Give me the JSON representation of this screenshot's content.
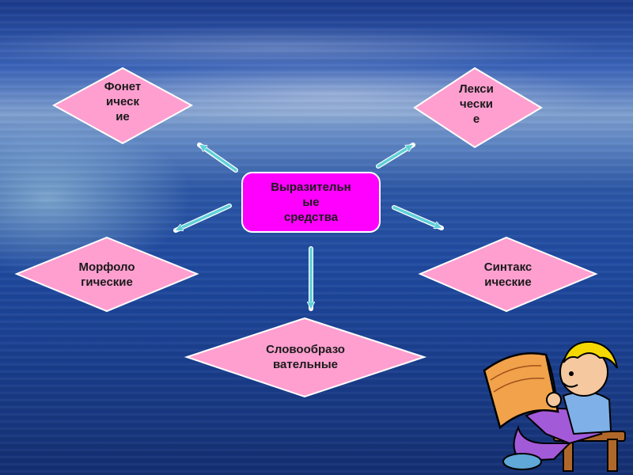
{
  "center": {
    "label": "Выразительн\nые\nсредства",
    "fill": "#ff00ff"
  },
  "nodes": {
    "phonetic": "Фонет\nическ\nие",
    "lexical": "Лекси\nчески\nе",
    "morphological": "Морфоло\nгические",
    "syntactic": "Синтакс\nические",
    "word_formation": "Словообразо\nвательные"
  },
  "colors": {
    "node_fill": "#ff9fd0",
    "arrow": "#5fd0d8"
  },
  "illustration": {
    "icon": "child-reading-book-icon"
  }
}
